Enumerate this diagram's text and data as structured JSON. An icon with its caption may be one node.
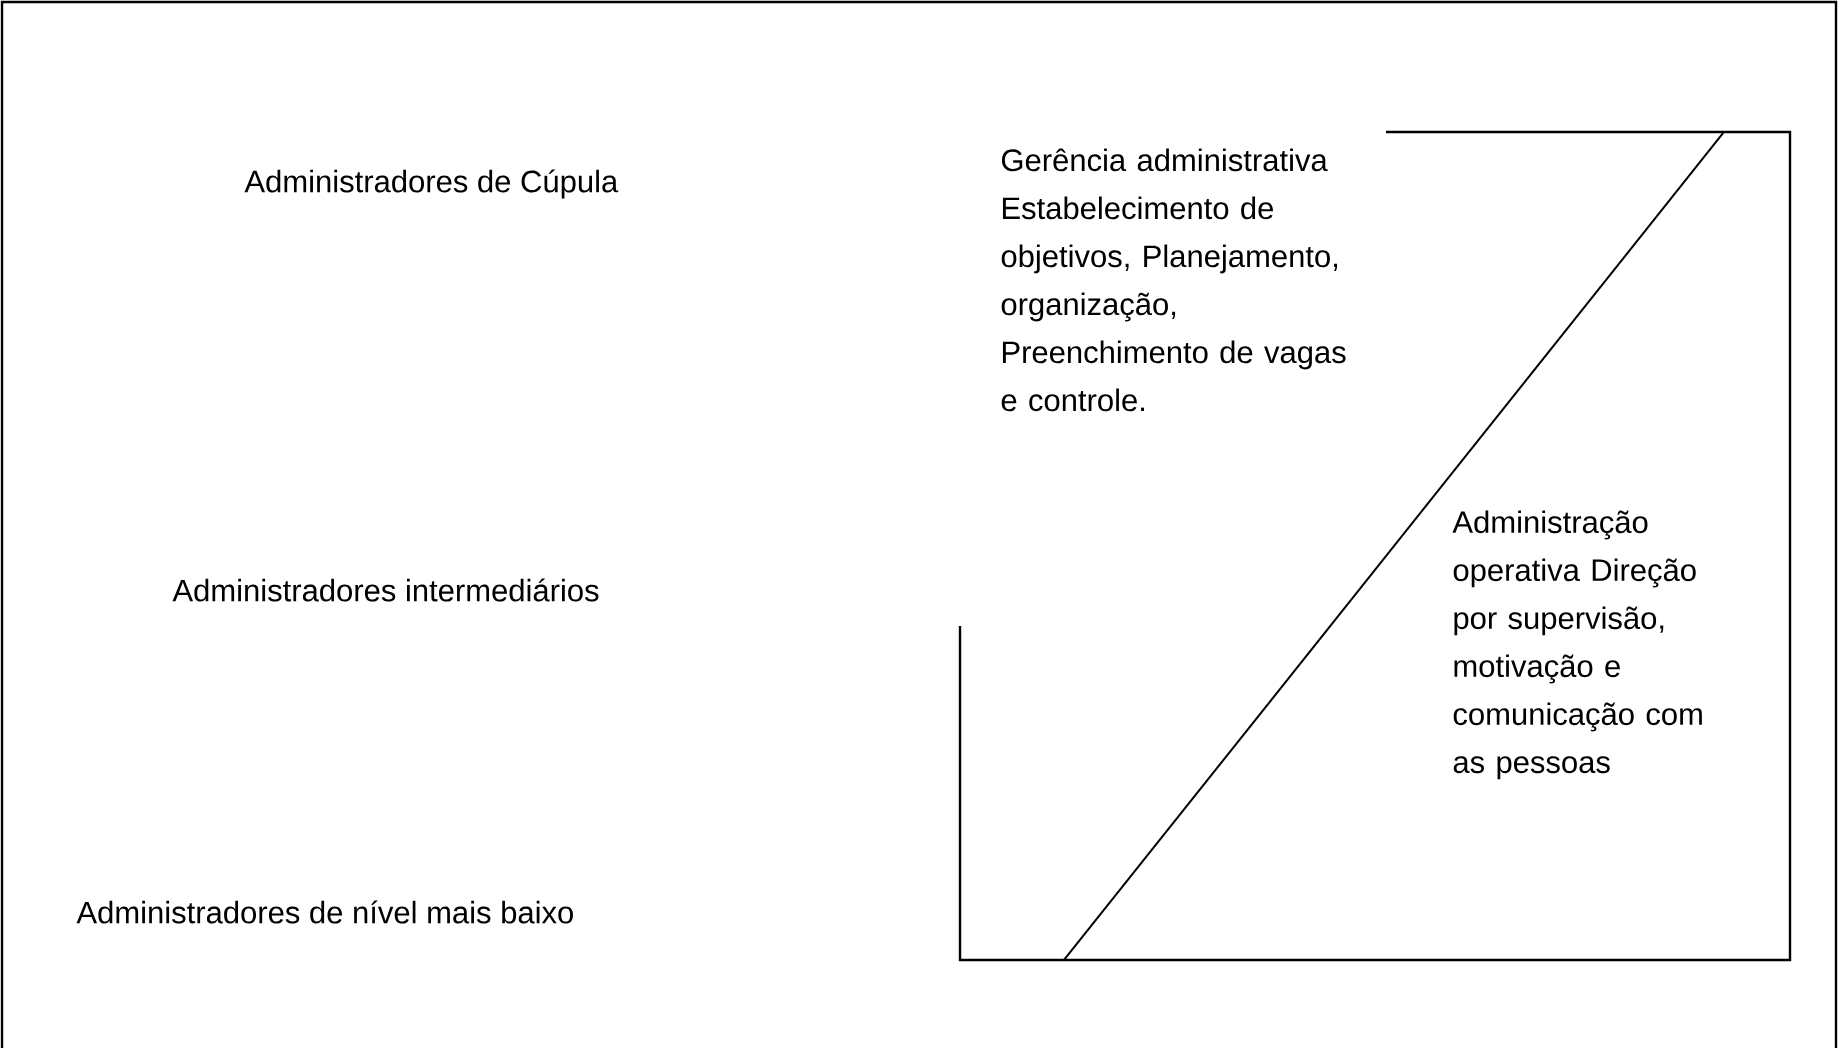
{
  "diagram": {
    "nodes": [
      {
        "text": [
          "Gerência administrativa Estabelecimento de objetivos, Planejamento, organização, Preenchimento de vagas e controle.",
          "Administração operativa Direção por supervisão, motivação e comunicação com as pessoas"
        ]
      }
    ],
    "labels": [
      "Administradores de Cúpula",
      "Administradores intermediários",
      "Administradores de nível mais baixo"
    ]
  }
}
